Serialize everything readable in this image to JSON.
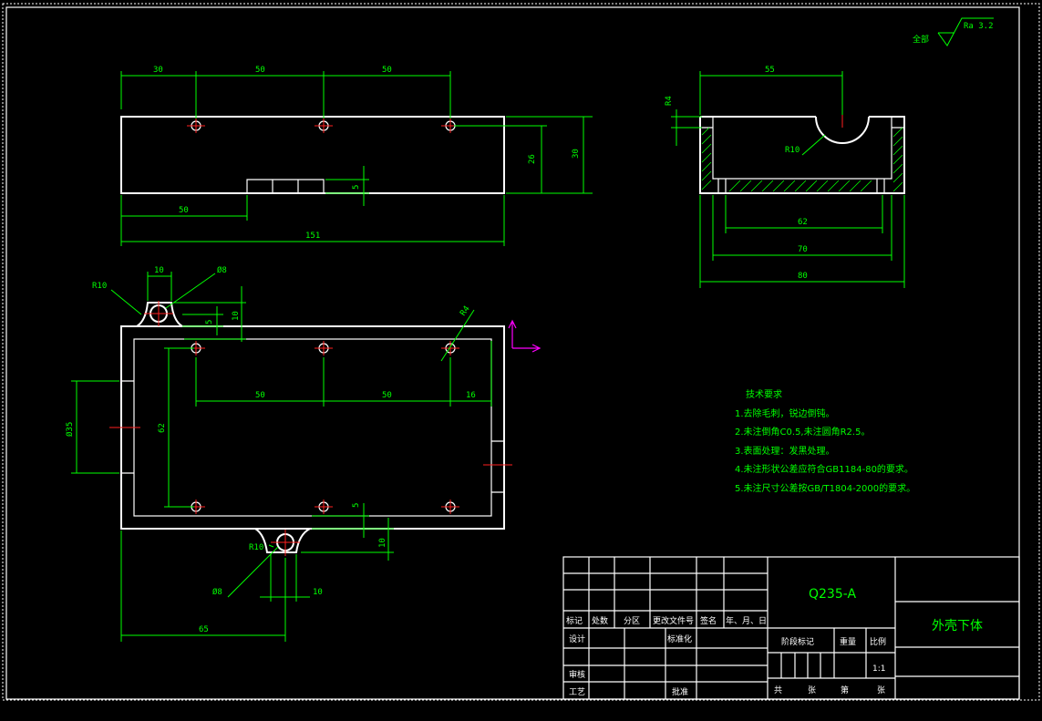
{
  "roughness": {
    "label": "全部",
    "value": "Ra 3.2"
  },
  "top_view": {
    "dims": [
      "30",
      "50",
      "50",
      "26",
      "30",
      "5",
      "50",
      "151"
    ]
  },
  "side_view": {
    "dims": [
      "55",
      "R4",
      "R10",
      "62",
      "70",
      "80"
    ]
  },
  "plan_view": {
    "dims": [
      "R10",
      "10",
      "Ø8",
      "5",
      "10",
      "R4",
      "50",
      "50",
      "16",
      "Ø35",
      "62",
      "5",
      "10",
      "R10",
      "Ø8",
      "10",
      "65"
    ]
  },
  "tech_req": {
    "title": "技术要求",
    "items": [
      "1.去除毛刺，锐边倒钝。",
      "2.未注倒角C0.5,未注圆角R2.5。",
      "3.表面处理：发黑处理。",
      "4.未注形状公差应符合GB1184-80的要求。",
      "5.未注尺寸公差按GB/T1804-2000的要求。"
    ]
  },
  "title_block": {
    "material": "Q235-A",
    "part_name": "外壳下体",
    "headers": [
      "标记",
      "处数",
      "分区",
      "更改文件号",
      "签名",
      "年、月、日"
    ],
    "design": "设计",
    "standardize": "标准化",
    "review": "审核",
    "process": "工艺",
    "approve": "批准",
    "stage_mark": "阶段标记",
    "weight": "重量",
    "scale_label": "比例",
    "scale_value": "1:1",
    "sheet_total": "共",
    "sheet_unit": "张",
    "sheet_no": "第",
    "sheet_unit2": "张"
  },
  "colors": {
    "background": "#000000",
    "outline": "#ffffff",
    "dimension": "#00ff00",
    "center": "#ff2020",
    "ucs": "#ff00ff"
  }
}
